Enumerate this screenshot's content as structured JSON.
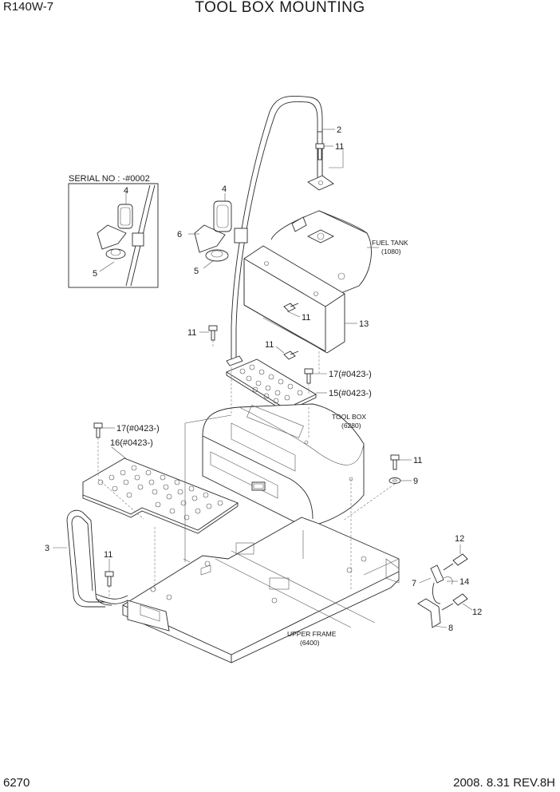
{
  "header": {
    "model": "R140W-7",
    "title": "TOOL BOX MOUNTING"
  },
  "footer": {
    "page_number": "6270",
    "revision": "2008. 8.31  REV.8H"
  },
  "inset": {
    "serial_label": "SERIAL NO : -#0002",
    "label_4": "4",
    "label_5": "5"
  },
  "callouts": {
    "c2": "2",
    "c11a": "11",
    "c4": "4",
    "c6": "6",
    "c5": "5",
    "c11b": "11",
    "c13": "13",
    "c11c": "11",
    "c11d": "11",
    "c17a": "17(#0423-)",
    "c15": "15(#0423-)",
    "c17b": "17(#0423-)",
    "c16": "16(#0423-)",
    "c11e": "11",
    "c9": "9",
    "c3": "3",
    "c11f": "11",
    "c12a": "12",
    "c7": "7",
    "c14": "14",
    "c12b": "12",
    "c8": "8"
  },
  "captions": {
    "fuel_tank": "FUEL TANK",
    "fuel_tank_ref": "(1080)",
    "tool_box": "TOOL BOX",
    "tool_box_ref": "(6280)",
    "upper_frame": "UPPER FRAME",
    "upper_frame_ref": "(6400)"
  }
}
